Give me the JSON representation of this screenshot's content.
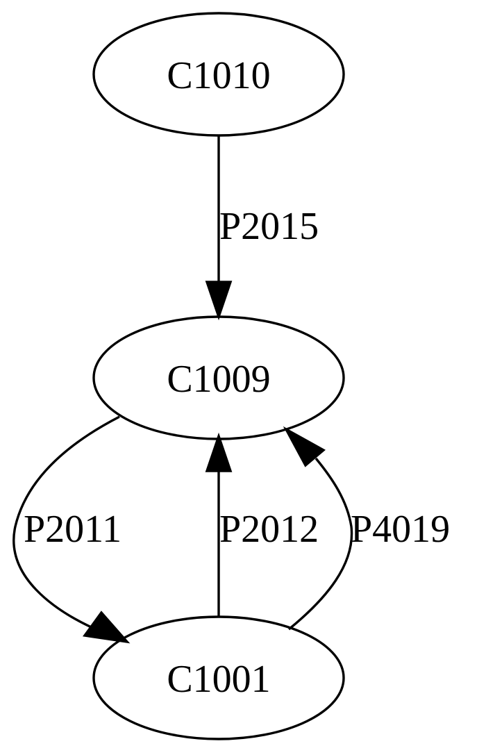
{
  "graph": {
    "type": "directed-graph",
    "nodes": [
      {
        "id": "C1010",
        "label": "C1010"
      },
      {
        "id": "C1009",
        "label": "C1009"
      },
      {
        "id": "C1001",
        "label": "C1001"
      }
    ],
    "edges": [
      {
        "from": "C1010",
        "to": "C1009",
        "label": "P2015"
      },
      {
        "from": "C1009",
        "to": "C1001",
        "label": "P2011"
      },
      {
        "from": "C1001",
        "to": "C1009",
        "label": "P2012"
      },
      {
        "from": "C1001",
        "to": "C1009",
        "label": "P4019"
      }
    ],
    "colors": {
      "stroke": "#000000",
      "background": "#ffffff"
    }
  }
}
